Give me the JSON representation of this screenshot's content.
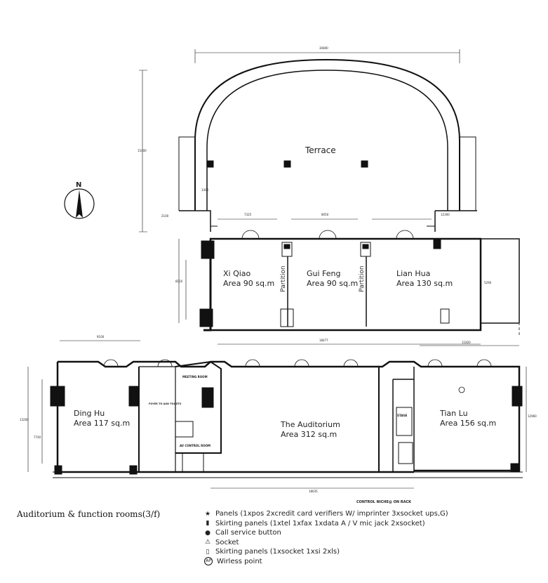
{
  "rooms": {
    "terrace": "Terrace",
    "xi_qiao": {
      "name": "Xi Qiao",
      "area": "Area 90 sq.m"
    },
    "gui_feng": {
      "name": "Gui Feng",
      "area": "Area 90 sq.m"
    },
    "lian_hua": {
      "name": "Lian Hua",
      "area": "Area 130 sq.m"
    },
    "ding_hu": {
      "name": "Ding Hu",
      "area": "Area 117 sq.m"
    },
    "auditorium": {
      "name": "The Auditorium",
      "area": "Area 312 sq.m"
    },
    "tian_lu": {
      "name": "Tian Lu",
      "area": "Area 156 sq.m"
    }
  },
  "partition_label": "Partition",
  "compass_label": "N",
  "misc_labels": {
    "control_niche": "CONTROL NICHE@ ON RACK",
    "stage": "STAGE",
    "meeting_room": "MEETING ROOM",
    "foyer": "FOYER TO AUD TOILETS",
    "control_room": "AV CONTROL ROOM"
  },
  "dimensions": {
    "top": "30800",
    "terrace_height": "15400",
    "terrace_offset": "2100",
    "terrace_inner": "3300",
    "xi_qiao_w": "7325",
    "gui_feng_w": "8050",
    "lian_hua_w": "12300",
    "row_bottom": "18477",
    "left_block": "9100",
    "right_block": "11820",
    "auditorium_bottom": "18635",
    "ding_hu_h": "13200",
    "ding_hu_inner": "7740",
    "lian_hua_h": "5290",
    "xi_h": "8110",
    "tian_lu_h": "12960"
  },
  "caption": "Auditorium & function rooms(3/f)",
  "legend": [
    {
      "symbol": "★",
      "icon": "star-icon",
      "text": "Panels (1xpos  2xcredit  card verifiers  W/ imprinter 3xsocket ups,G)"
    },
    {
      "symbol": "▮",
      "icon": "skirting-panel-icon",
      "text": "Skirting panels (1xtel  1xfax  1xdata A / V mic jack 2xsocket)"
    },
    {
      "symbol": "●",
      "icon": "call-button-icon",
      "text": "Call service button"
    },
    {
      "symbol": "⚠",
      "icon": "socket-icon",
      "text": "Socket"
    },
    {
      "symbol": "▯",
      "icon": "skirting-small-icon",
      "text": "Skirting panels (1xsocket  1xsi  2xls)"
    },
    {
      "symbol": "AP",
      "icon": "wireless-icon",
      "text": "Wirless point"
    }
  ]
}
